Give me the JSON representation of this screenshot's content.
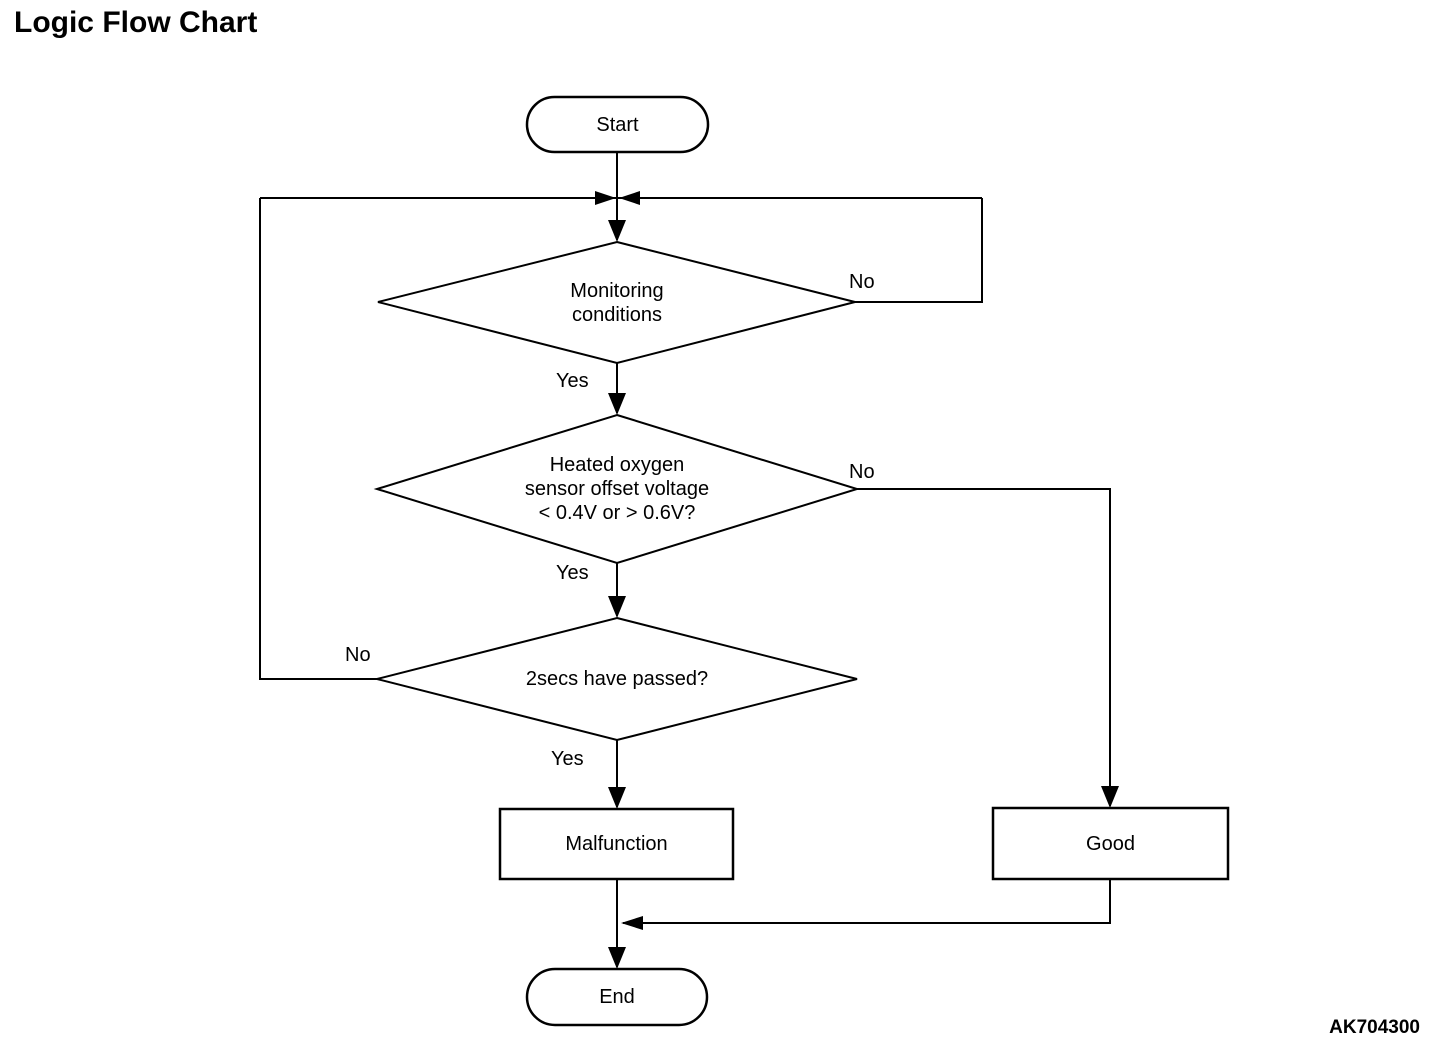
{
  "title": "Logic Flow Chart",
  "figure_code": "AK704300",
  "colors": {
    "line": "#000000",
    "background": "#ffffff"
  },
  "nodes": {
    "start": {
      "type": "terminator",
      "label": "Start"
    },
    "decision1": {
      "type": "decision",
      "lines": [
        "Monitoring",
        "conditions"
      ]
    },
    "decision2": {
      "type": "decision",
      "lines": [
        "Heated oxygen",
        "sensor offset voltage",
        "< 0.4V or > 0.6V?"
      ]
    },
    "decision3": {
      "type": "decision",
      "lines": [
        "2secs have passed?"
      ]
    },
    "malfunction": {
      "type": "process",
      "label": "Malfunction"
    },
    "good": {
      "type": "process",
      "label": "Good"
    },
    "end": {
      "type": "terminator",
      "label": "End"
    }
  },
  "edge_labels": {
    "decision1_yes": "Yes",
    "decision1_no": "No",
    "decision2_yes": "Yes",
    "decision2_no": "No",
    "decision3_yes": "Yes",
    "decision3_no": "No"
  }
}
